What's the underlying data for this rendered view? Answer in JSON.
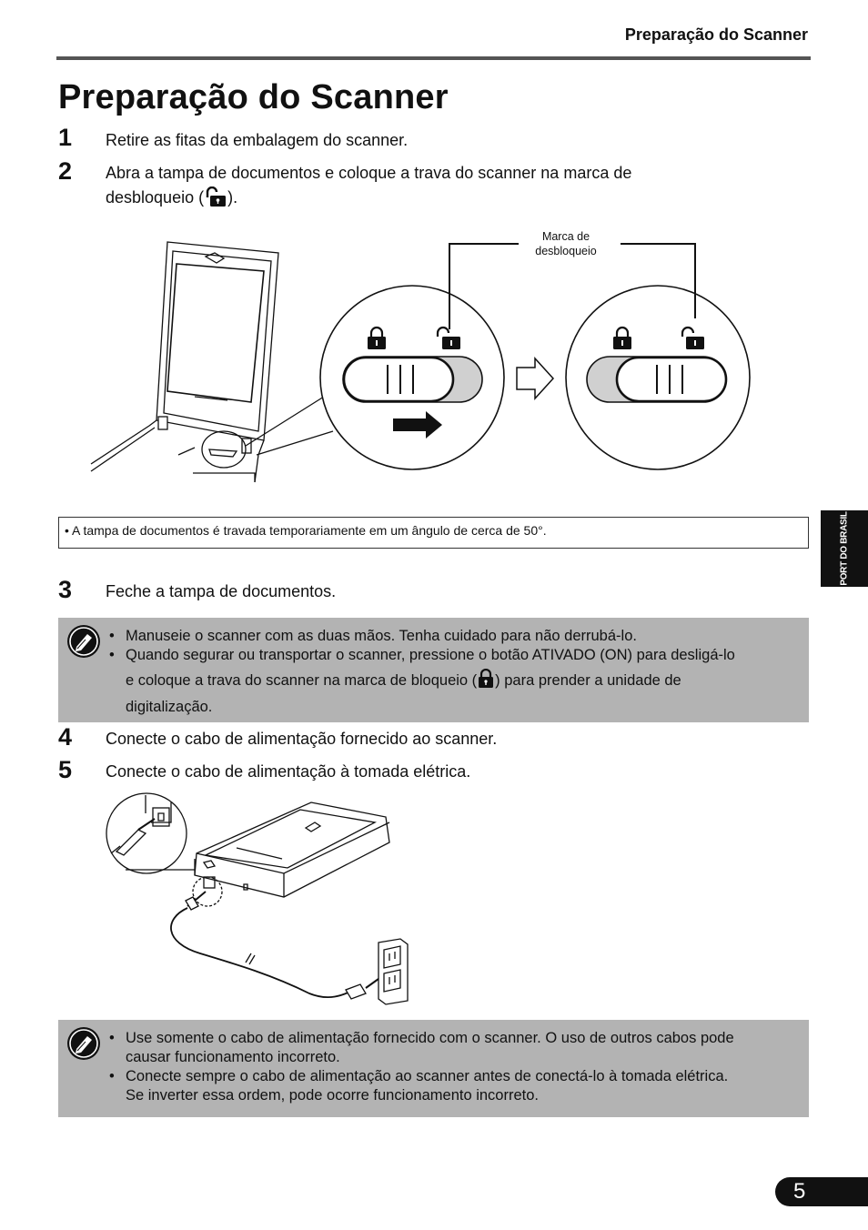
{
  "header": {
    "title": "Preparação do Scanner"
  },
  "page_title": "Preparação do Scanner",
  "steps": [
    {
      "num": "1",
      "text": "Retire as fitas da embalagem do scanner."
    },
    {
      "num": "2",
      "text_line1": "Abra a tampa de documentos e coloque a trava do scanner na marca de",
      "text_line2_before": "desbloqueio (",
      "text_line2_after": ")."
    },
    {
      "num": "3",
      "text": "Feche a tampa de documentos."
    },
    {
      "num": "4",
      "text": "Conecte o cabo de alimentação fornecido ao scanner."
    },
    {
      "num": "5",
      "text": "Conecte o cabo de alimentação à tomada elétrica."
    }
  ],
  "figure1": {
    "callout_line1": "Marca de",
    "callout_line2": "desbloqueio"
  },
  "note": {
    "text": "•  A tampa de documentos é travada temporariamente em um ângulo de cerca de 50°."
  },
  "side_tab": {
    "text": "PORT DO BRASIL"
  },
  "caution1": {
    "item1": "Manuseie o scanner com as duas mãos. Tenha cuidado para não derrubá-lo.",
    "item2_line1": "Quando segurar ou transportar o scanner, pressione o botão ATIVADO (ON) para desligá-lo",
    "item2_line2_before": "e coloque a trava do scanner na marca de bloqueio (",
    "item2_line2_after": ") para prender a unidade de",
    "item2_line3": "digitalização."
  },
  "caution2": {
    "item1_line1": "Use somente o cabo de alimentação fornecido com o scanner. O uso de outros cabos pode",
    "item1_line2": "causar funcionamento incorreto.",
    "item2_line1": "Conecte sempre o cabo de alimentação ao scanner antes de conectá-lo à tomada elétrica.",
    "item2_line2": "Se inverter essa ordem, pode ocorre funcionamento incorreto."
  },
  "page_number": "5",
  "icons": {
    "unlock": "unlock-icon",
    "lock": "lock-icon",
    "caution": "caution-pencil-icon",
    "arrow": "arrow-right-icon"
  }
}
